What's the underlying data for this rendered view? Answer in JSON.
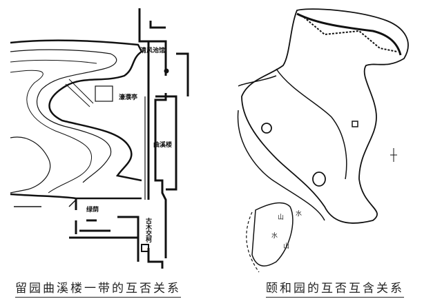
{
  "left_plan": {
    "labels": {
      "qingfeng": "清风池馆",
      "haopu": "濠濮亭",
      "quxi": "曲溪楼",
      "lvyin": "绿荫",
      "gumu": "古木交柯"
    },
    "caption": "留园曲溪楼一带的互否关系"
  },
  "right_plan": {
    "labels": {
      "shan1": "山",
      "shui1": "水",
      "shui2": "水",
      "shan2": "山"
    },
    "caption": "颐和园的互否互含关系"
  }
}
